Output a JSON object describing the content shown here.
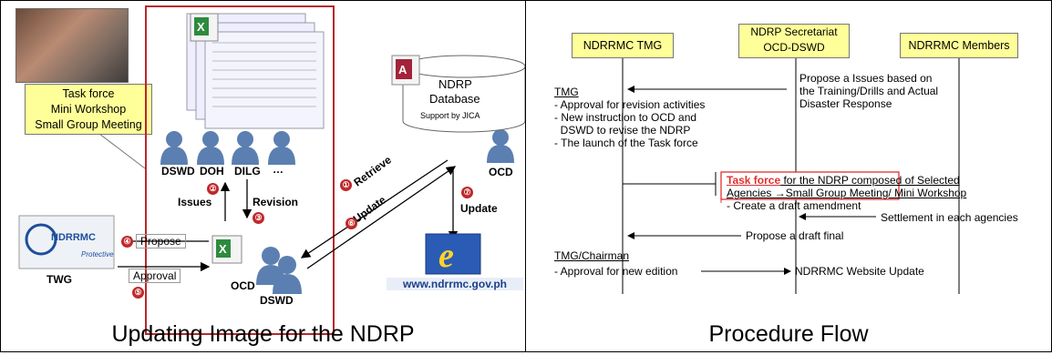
{
  "left": {
    "caption": "Updating Image for the NDRP",
    "task_force_box": [
      "Task force",
      "Mini Workshop",
      "Small Group Meeting"
    ],
    "agencies": [
      "DSWD",
      "DOH",
      "DILG",
      "…"
    ],
    "database": {
      "line1": "NDRP",
      "line2": "Database",
      "line3": "Support by JICA"
    },
    "ocd_label": "OCD",
    "issues": "Issues",
    "revision": "Revision",
    "propose": "Propose",
    "approval": "Approval",
    "twg": "TWG",
    "ocd_dswd": [
      "OCD",
      "DSWD"
    ],
    "retrieve": "Retrieve",
    "update_diag": "Update",
    "update": "Update",
    "website": "www.ndrrmc.gov.ph",
    "logo_text": "NDRRMC",
    "logo_sub": "Protective",
    "numbers": [
      "①",
      "②",
      "③",
      "④",
      "⑤",
      "⑥",
      "⑦"
    ]
  },
  "right": {
    "caption": "Procedure Flow",
    "lanes": [
      "NDRRMC TMG",
      "NDRP Secretariat\nOCD-DSWD",
      "NDRRMC Members"
    ],
    "lane2_line1": "NDRP Secretariat",
    "lane2_line2": "OCD-DSWD",
    "propose_issues": [
      "Propose a Issues based on",
      "the Training/Drills and Actual",
      "Disaster Response"
    ],
    "tmg_head": "TMG",
    "tmg_items": [
      "- Approval for revision activities",
      "- New instruction to OCD and",
      "  DSWD to revise the NDRP",
      "- The launch of the Task force"
    ],
    "task_force_title": "Task force",
    "task_force_rest": " for the NDRP composed of Selected",
    "task_force_line2": "Agencies  →Small Group Meeting/ Mini Workshop",
    "task_force_line3": "- Create a draft amendment",
    "settlement": "Settlement in each agencies",
    "propose_final": "Propose a draft final",
    "chairman": "TMG/Chairman",
    "approval_new": "- Approval for new edition",
    "website_update": "NDRRMC Website Update"
  },
  "colors": {
    "yellow": "#ffff99",
    "red": "#c0282a",
    "blue": "#5b7fb0"
  }
}
